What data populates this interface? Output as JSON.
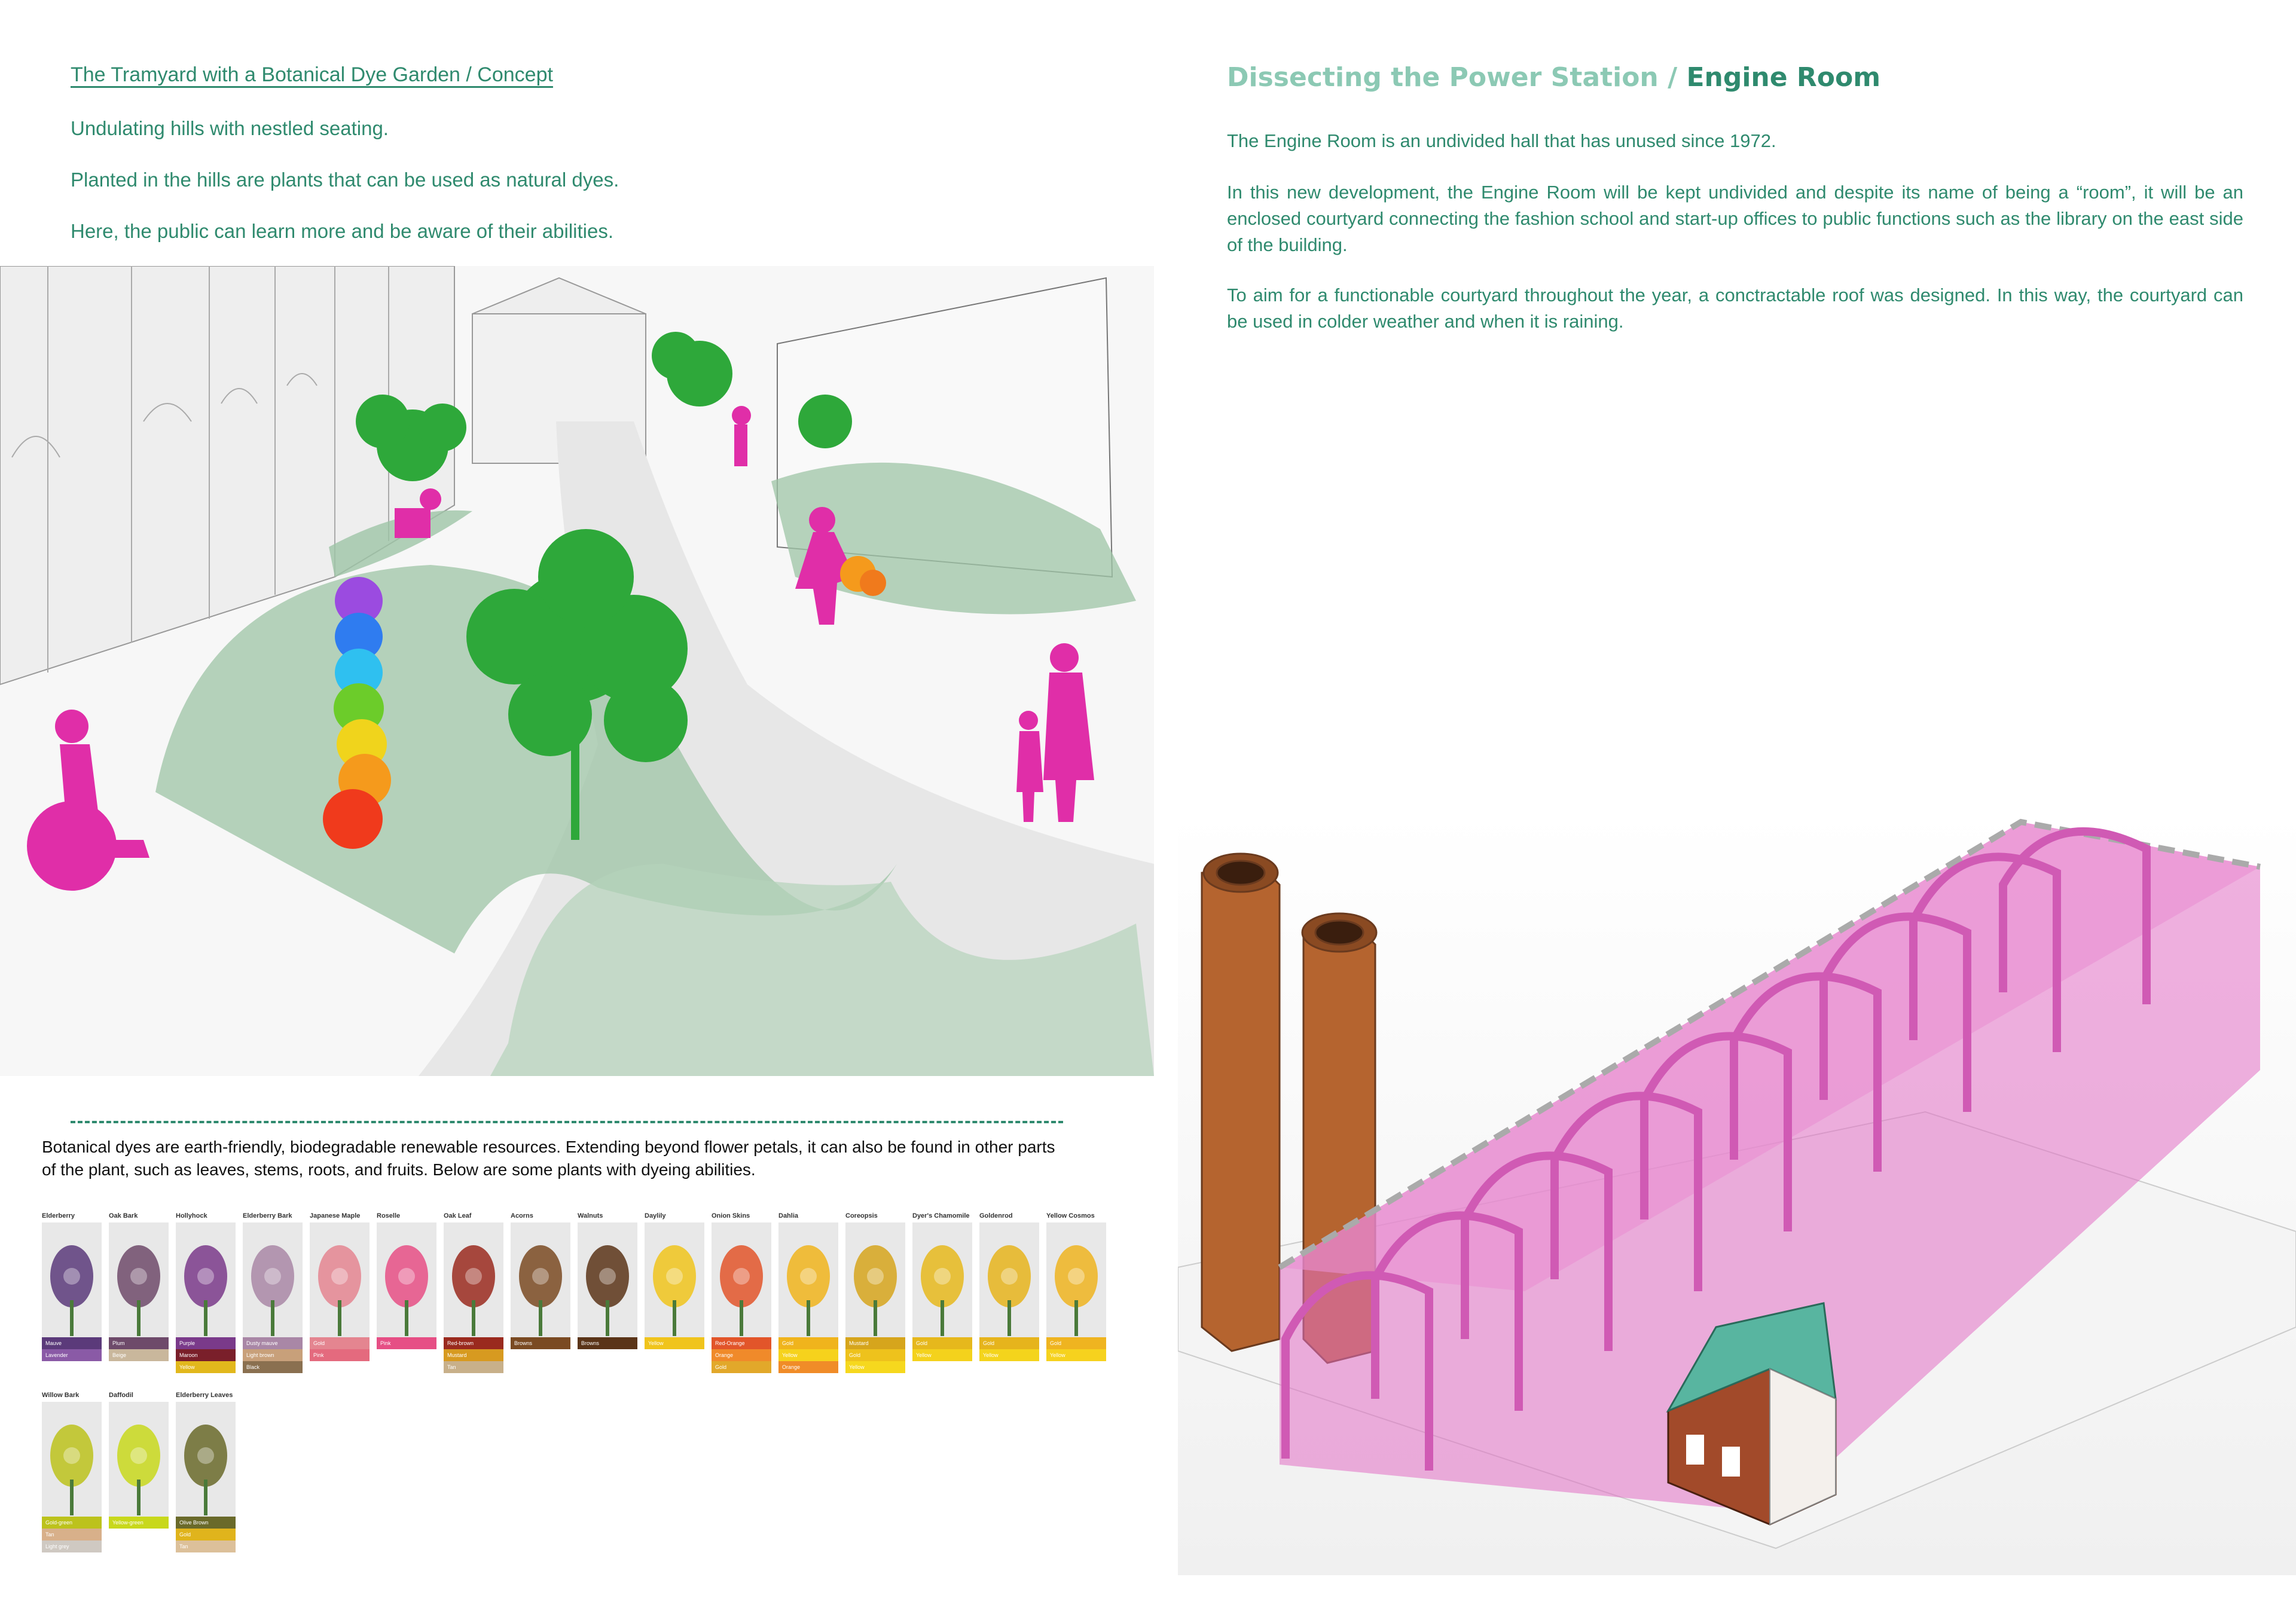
{
  "left": {
    "heading": "The Tramyard with a Botanical Dye Garden / Concept",
    "paragraphs": [
      "Undulating hills with nestled seating.",
      "Planted in the hills are plants that can be used as natural dyes.",
      "Here, the public can learn more and be aware of their abilities."
    ],
    "dye_intro": "Botanical dyes are earth-friendly, biodegradable renewable resources. Extending beyond flower petals, it can also be found in other parts of the plant, such as leaves, stems, roots, and fruits. Below are some plants with dyeing abilities.",
    "plants": [
      {
        "name": "Elderberry",
        "colors": [
          [
            "Mauve",
            "#5b3a7a"
          ],
          [
            "Lavender",
            "#8a5aa6"
          ]
        ]
      },
      {
        "name": "Oak Bark",
        "colors": [
          [
            "Plum",
            "#6e4a6a"
          ],
          [
            "Beige",
            "#c9b79c"
          ]
        ]
      },
      {
        "name": "Hollyhock",
        "colors": [
          [
            "Purple",
            "#7a3a8a"
          ],
          [
            "Maroon",
            "#7a1f2a"
          ],
          [
            "Yellow",
            "#e2b81c"
          ]
        ]
      },
      {
        "name": "Elderberry Bark",
        "colors": [
          [
            "Dusty mauve",
            "#a987a6"
          ],
          [
            "Light brown",
            "#c8a07a"
          ],
          [
            "Black",
            "#8a7050"
          ]
        ]
      },
      {
        "name": "Japanese Maple",
        "colors": [
          [
            "Gold",
            "#e48590"
          ],
          [
            "Pink",
            "#e46a7e"
          ]
        ]
      },
      {
        "name": "Roselle",
        "colors": [
          [
            "Pink",
            "#e64f85"
          ]
        ]
      },
      {
        "name": "Oak Leaf",
        "colors": [
          [
            "Red-brown",
            "#9a2a1e"
          ],
          [
            "Mustard",
            "#d79a20"
          ],
          [
            "Tan",
            "#c8b08a"
          ]
        ]
      },
      {
        "name": "Acorns",
        "colors": [
          [
            "Browns",
            "#7a4a22"
          ]
        ]
      },
      {
        "name": "Walnuts",
        "colors": [
          [
            "Browns",
            "#5a3418"
          ]
        ]
      },
      {
        "name": "Daylily",
        "colors": [
          [
            "Yellow",
            "#f0c41c"
          ]
        ]
      },
      {
        "name": "Onion Skins",
        "colors": [
          [
            "Red-Orange",
            "#e2552a"
          ],
          [
            "Orange",
            "#f08a2a"
          ],
          [
            "Gold",
            "#e2a82a"
          ]
        ]
      },
      {
        "name": "Dahlia",
        "colors": [
          [
            "Gold",
            "#f0b41c"
          ],
          [
            "Yellow",
            "#f6d21c"
          ],
          [
            "Orange",
            "#f08c28"
          ]
        ]
      },
      {
        "name": "Coreopsis",
        "colors": [
          [
            "Mustard",
            "#d6a51c"
          ],
          [
            "Gold",
            "#eec21c"
          ],
          [
            "Yellow",
            "#f6d81e"
          ]
        ]
      },
      {
        "name": "Dyer's Chamomile",
        "colors": [
          [
            "Gold",
            "#e6b81c"
          ],
          [
            "Yellow",
            "#f4d21c"
          ]
        ]
      },
      {
        "name": "Goldenrod",
        "colors": [
          [
            "Gold",
            "#e6b41c"
          ],
          [
            "Yellow",
            "#f4d41c"
          ]
        ]
      },
      {
        "name": "Yellow Cosmos",
        "colors": [
          [
            "Gold",
            "#efb420"
          ],
          [
            "Yellow",
            "#f6d21e"
          ]
        ]
      },
      {
        "name": "Willow Bark",
        "colors": [
          [
            "Gold-green",
            "#bcc21c"
          ],
          [
            "Tan",
            "#d8b08a"
          ],
          [
            "Light grey",
            "#cfc9c2"
          ]
        ]
      },
      {
        "name": "Daffodil",
        "colors": [
          [
            "Yellow-green",
            "#c8d81c"
          ]
        ]
      },
      {
        "name": "Elderberry Leaves",
        "colors": [
          [
            "Olive Brown",
            "#6a6a2a"
          ],
          [
            "Gold",
            "#e0b41c"
          ],
          [
            "Tan",
            "#dcc09a"
          ]
        ]
      }
    ]
  },
  "right": {
    "title_part1": "Dissecting the Power Station / ",
    "title_part2": "Engine Room",
    "paragraphs": [
      "The Engine Room is an undivided hall that has unused since 1972.",
      "In this new development, the Engine Room will be kept undivided and despite its name of being a “room”, it will be an enclosed courtyard connecting the fashion school and start-up offices to public functions such as the library on the east side of the building.",
      "To aim for a functionable courtyard throughout the year, a conctractable roof was designed. In this way, the courtyard can be used in colder weather and when it is raining."
    ]
  },
  "colors": {
    "accent_green": "#2f8a6e",
    "light_green": "#8cc9b4",
    "figure_magenta": "#e02ea8",
    "engine_pink": "#e26fc4"
  }
}
